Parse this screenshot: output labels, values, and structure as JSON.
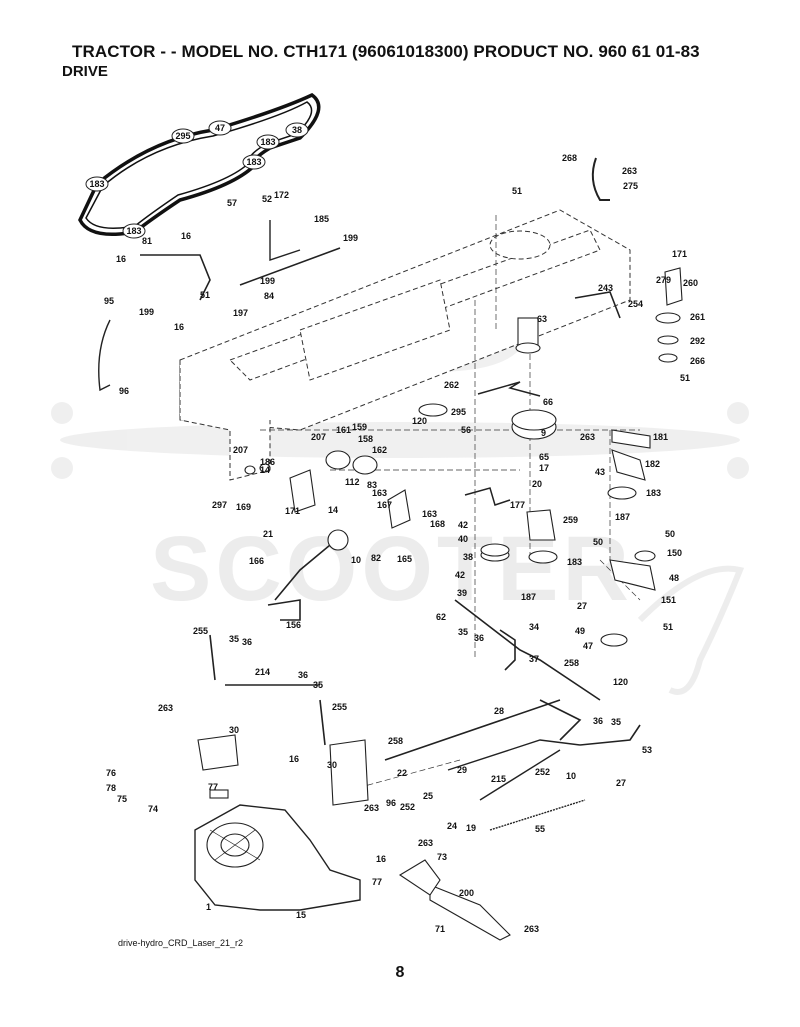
{
  "header": {
    "title": "TRACTOR - - MODEL NO. CTH171 (96061018300) PRODUCT NO. 960 61 01-83",
    "section": "DRIVE"
  },
  "diagram": {
    "drawing_id": "drive-hydro_CRD_Laser_21_r2",
    "watermark_text": "SCOOTER",
    "belt_pulley_labels": [
      "183",
      "295",
      "47",
      "38",
      "183",
      "183",
      "183"
    ],
    "callouts": [
      "268",
      "263",
      "275",
      "51",
      "171",
      "279",
      "260",
      "243",
      "254",
      "261",
      "292",
      "266",
      "51",
      "63",
      "262",
      "66",
      "295",
      "120",
      "56",
      "9",
      "263",
      "181",
      "65",
      "17",
      "20",
      "43",
      "182",
      "183",
      "177",
      "259",
      "187",
      "42",
      "40",
      "38",
      "42",
      "39",
      "183",
      "187",
      "50",
      "50",
      "150",
      "48",
      "151",
      "27",
      "51",
      "49",
      "47",
      "120",
      "62",
      "35",
      "36",
      "34",
      "37",
      "258",
      "255",
      "35",
      "36",
      "214",
      "36",
      "35",
      "255",
      "263",
      "30",
      "28",
      "258",
      "36",
      "35",
      "53",
      "22",
      "29",
      "252",
      "10",
      "27",
      "16",
      "30",
      "215",
      "76",
      "78",
      "75",
      "77",
      "74",
      "263",
      "96",
      "252",
      "25",
      "24",
      "19",
      "55",
      "263",
      "73",
      "16",
      "77",
      "200",
      "1",
      "15",
      "71",
      "263",
      "57",
      "52",
      "172",
      "185",
      "199",
      "81",
      "16",
      "16",
      "199",
      "51",
      "84",
      "95",
      "199",
      "197",
      "16",
      "96",
      "207",
      "161",
      "159",
      "158",
      "207",
      "186",
      "162",
      "14",
      "112",
      "83",
      "163",
      "14",
      "297",
      "169",
      "171",
      "167",
      "163",
      "21",
      "168",
      "166",
      "10",
      "82",
      "165",
      "156",
      "8"
    ]
  },
  "footer": {
    "page_number": "8"
  }
}
